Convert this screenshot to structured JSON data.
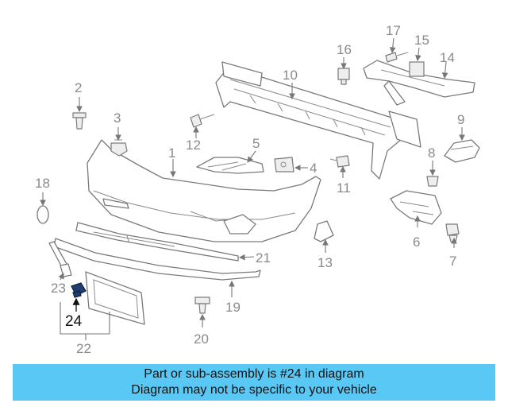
{
  "diagram": {
    "callouts": [
      "1",
      "2",
      "3",
      "4",
      "5",
      "6",
      "7",
      "8",
      "9",
      "10",
      "11",
      "12",
      "13",
      "14",
      "15",
      "16",
      "17",
      "18",
      "19",
      "20",
      "21",
      "22",
      "23",
      "24"
    ],
    "highlighted_part": "24",
    "highlight_color": "#1f3d70"
  },
  "banner": {
    "line1": "Part or sub-assembly is #24 in diagram",
    "line2": "Diagram may not be specific to your vehicle",
    "background": "#5ac8f5"
  }
}
